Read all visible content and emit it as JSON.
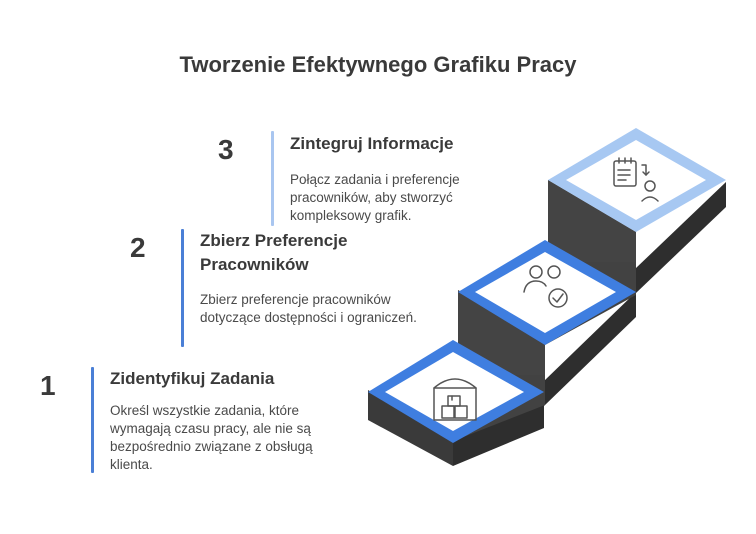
{
  "title": "Tworzenie Efektywnego Grafiku Pracy",
  "colors": {
    "step1_bar": "#4a7fd6",
    "step2_bar": "#4a7fd6",
    "step3_bar": "#a9c6f0",
    "stair_dark": "#3c3c3c",
    "stair_top": "#4d4d4d",
    "tile_blue": "#3f7ee0",
    "tile_light": "#a7c8f2"
  },
  "steps": [
    {
      "number": "1",
      "title": "Zidentyfikuj Zadania",
      "description": "Określ wszystkie zadania, które wymagają czasu pracy, ale nie są bezpośrednio związane z obsługą klienta.",
      "icon": "warehouse-boxes-icon"
    },
    {
      "number": "2",
      "title": "Zbierz Preferencje Pracowników",
      "description": "Zbierz preferencje pracowników dotyczące dostępności i ograniczeń.",
      "icon": "people-check-icon"
    },
    {
      "number": "3",
      "title": "Zintegruj Informacje",
      "description": "Połącz zadania i preferencje pracowników, aby stworzyć kompleksowy grafik.",
      "icon": "schedule-person-icon"
    }
  ]
}
